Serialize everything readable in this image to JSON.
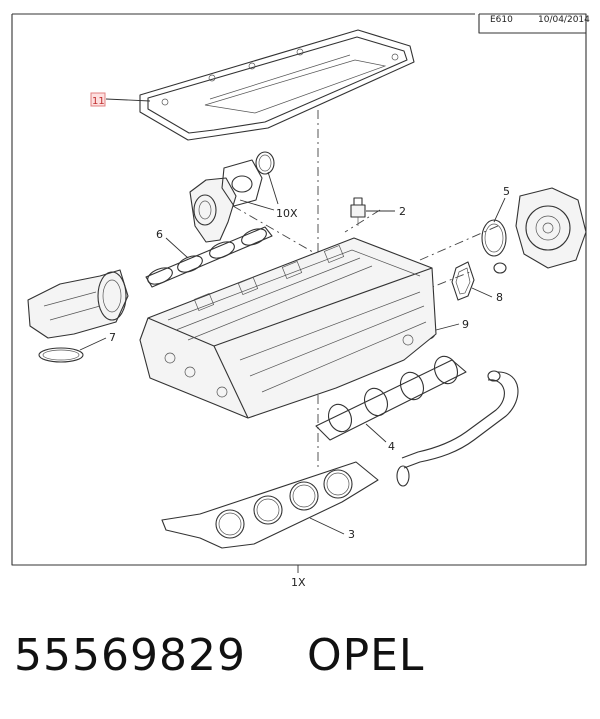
{
  "header": {
    "code": "E610",
    "date": "10/04/2014"
  },
  "callouts": {
    "c11": "11",
    "c10": "10X",
    "c2": "2",
    "c5": "5",
    "c6": "6",
    "c7": "7",
    "c8": "8",
    "c9": "9",
    "c4": "4",
    "c3": "3"
  },
  "frame": {
    "quantity": "1X"
  },
  "footer": {
    "part_number": "55569829",
    "brand": "OPEL"
  }
}
